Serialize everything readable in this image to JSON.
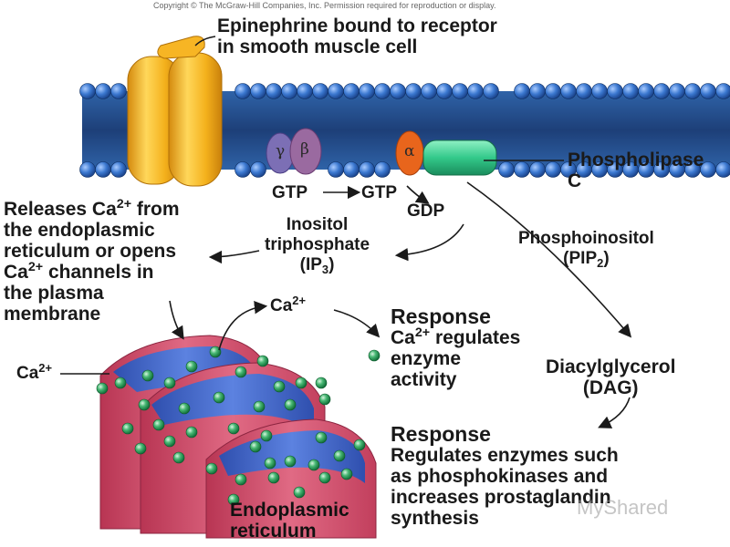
{
  "copyright": "Copyright © The McGraw-Hill Companies, Inc. Permission required for reproduction or display.",
  "receptor_label": [
    "Epinephrine bound to receptor",
    "in smooth muscle cell"
  ],
  "g_protein": {
    "gamma": "γ",
    "beta": "β",
    "alpha": "α"
  },
  "phospholipase_label": [
    "Phospholipase",
    "C"
  ],
  "gtp_1": "GTP",
  "gtp_2": "GTP",
  "gdp": "GDP",
  "pip2": {
    "line1": "Phosphoinositol",
    "open": "(PIP",
    "sub": "2",
    "close": ")"
  },
  "ip3": {
    "line1": "Inositol",
    "line2": "triphosphate",
    "open": "(IP",
    "sub": "3",
    "close": ")"
  },
  "releases": {
    "l1a": "Releases Ca",
    "l1sup": "2+",
    "l1b": " from",
    "l2": "the endoplasmic",
    "l3": "reticulum or opens",
    "l4a": "Ca",
    "l4sup": "2+",
    "l4b": " channels in",
    "l5": "the plasma",
    "l6": "membrane"
  },
  "ca_ion": {
    "base": "Ca",
    "sup": "2+"
  },
  "response_ca": {
    "title": "Response",
    "l1a": "Ca",
    "l1sup": "2+",
    "l1b": " regulates",
    "l2": "enzyme",
    "l3": "activity"
  },
  "dag": [
    "Diacylglycerol",
    "(DAG)"
  ],
  "response_dag": {
    "title": "Response",
    "lines": [
      "Regulates enzymes such",
      "as phosphokinases and",
      "increases prostaglandin",
      "synthesis"
    ]
  },
  "er_label": [
    "Endoplasmic",
    "reticulum"
  ],
  "watermark": "MyShared",
  "colors": {
    "membrane": "#2c5d9e",
    "lipid_head": "#3b78d0",
    "receptor": "#f0b21e",
    "gamma_subunit": "#7c6fb5",
    "beta_subunit": "#9a6aa0",
    "alpha_subunit": "#e8651c",
    "phospholipase": "#33c98a",
    "er_membrane": "#cf4a66",
    "er_lumen": "#3f63c4",
    "calcium": "#2fa45f"
  }
}
